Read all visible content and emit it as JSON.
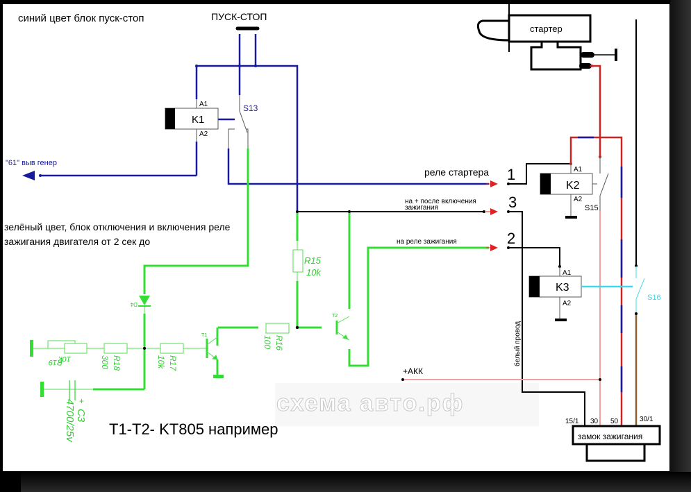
{
  "titles": {
    "blue_block": "синий цвет блок пуск-стоп",
    "green_block_line1": "зелёный цвет, блок отключения и включения реле",
    "green_block_line2": "зажигания  двигателя от 2 сек до",
    "transistors_note": "T1-T2- KT805 например"
  },
  "button": {
    "label": "ПУСК-СТОП"
  },
  "relays": {
    "k1": {
      "label": "K1",
      "a1": "A1",
      "a2": "A2",
      "switch": "S13"
    },
    "k2": {
      "label": "K2",
      "a1": "A1",
      "a2": "A2",
      "switch": "S15"
    },
    "k3": {
      "label": "K3",
      "a1": "A1",
      "a2": "A2",
      "switch": "S16"
    }
  },
  "starter": {
    "label": "стартер"
  },
  "ignition_lock": {
    "label": "замок зажигания",
    "pins": [
      "15/1",
      "30",
      "50",
      "30/1"
    ]
  },
  "connections": {
    "gen_output": "\"61\" выв генер",
    "starter_relay": "реле стартера",
    "after_ignition": "на + после включения",
    "after_ignition_2": "зажигания",
    "to_ignition_relay": "на реле зажигания",
    "battery": "+АКК",
    "white_wire": "белый провод",
    "num_1": "1",
    "num_2": "2",
    "num_3": "3"
  },
  "components": {
    "r15": {
      "name": "R15",
      "value": "10k"
    },
    "r16": {
      "name": "R16",
      "value": "100"
    },
    "r17": {
      "name": "R17",
      "value": "10k"
    },
    "r18": {
      "name": "R18",
      "value": "300"
    },
    "r19": {
      "name": "R19",
      "value": "10k"
    },
    "c3": {
      "name": "C3",
      "value": "4700/25v",
      "polarity": "+"
    },
    "d4": {
      "name": "D4"
    },
    "t1": {
      "name": "T1"
    },
    "t2": {
      "name": "T2"
    }
  },
  "watermark": "схема авто.рф",
  "colors": {
    "blue": "#1a1a9c",
    "green": "#33dd33",
    "red": "#cc2222",
    "pink": "#f0a0a0",
    "cyan": "#40d8e8",
    "brown": "#8a6030",
    "black": "#000000"
  }
}
